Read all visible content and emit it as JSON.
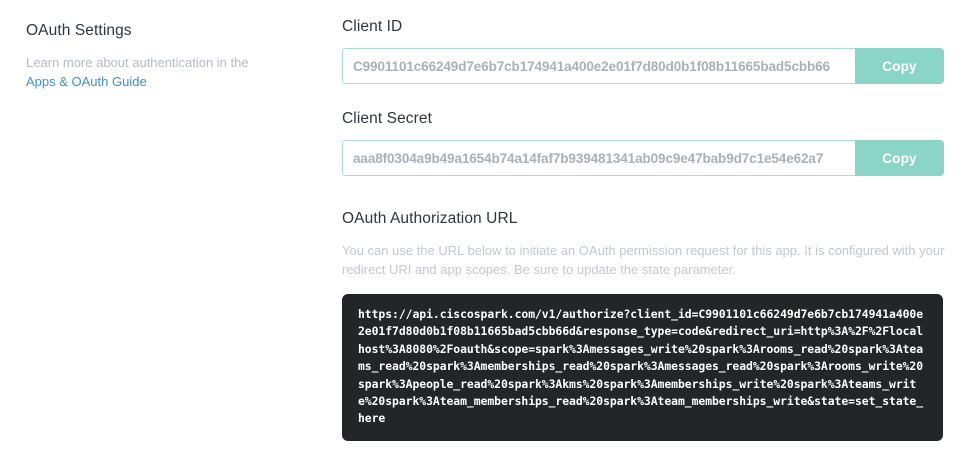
{
  "sidebar": {
    "title": "OAuth Settings",
    "description": "Learn more about authentication in the",
    "link_label": "Apps & OAuth Guide",
    "link_color": "#3c90d6"
  },
  "fields": {
    "client_id": {
      "label": "Client ID",
      "value": "C9901101c66249d7e6b7cb174941a400e2e01f7d80d0b1f08b11665bad5cbb66",
      "copy_label": "Copy"
    },
    "client_secret": {
      "label": "Client Secret",
      "value": "aaa8f0304a9b49a1654b74a14faf7b939481341ab09c9e47bab9d7c1e54e62a7",
      "copy_label": "Copy"
    }
  },
  "authorization": {
    "title": "OAuth Authorization URL",
    "description": "You can use the URL below to initiate an OAuth permission request for this app. It is configured with your redirect URI and app scopes. Be sure to update the state parameter.",
    "url": "https://api.ciscospark.com/v1/authorize?client_id=C9901101c66249d7e6b7cb174941a400e2e01f7d80d0b1f08b11665bad5cbb66d&response_type=code&redirect_uri=http%3A%2F%2Flocalhost%3A8080%2Foauth&scope=spark%3Amessages_write%20spark%3Arooms_read%20spark%3Ateams_read%20spark%3Amemberships_read%20spark%3Amessages_read%20spark%3Arooms_write%20spark%3Apeople_read%20spark%3Akms%20spark%3Amemberships_write%20spark%3Ateams_write%20spark%3Ateam_memberships_read%20spark%3Ateam_memberships_write&state=set_state_here"
  },
  "colors": {
    "accent_teal": "#8ad5c7",
    "input_border": "#a8ddd5",
    "code_background": "#232528",
    "heading": "#2f3640",
    "muted_text": "#b6bcc4"
  }
}
